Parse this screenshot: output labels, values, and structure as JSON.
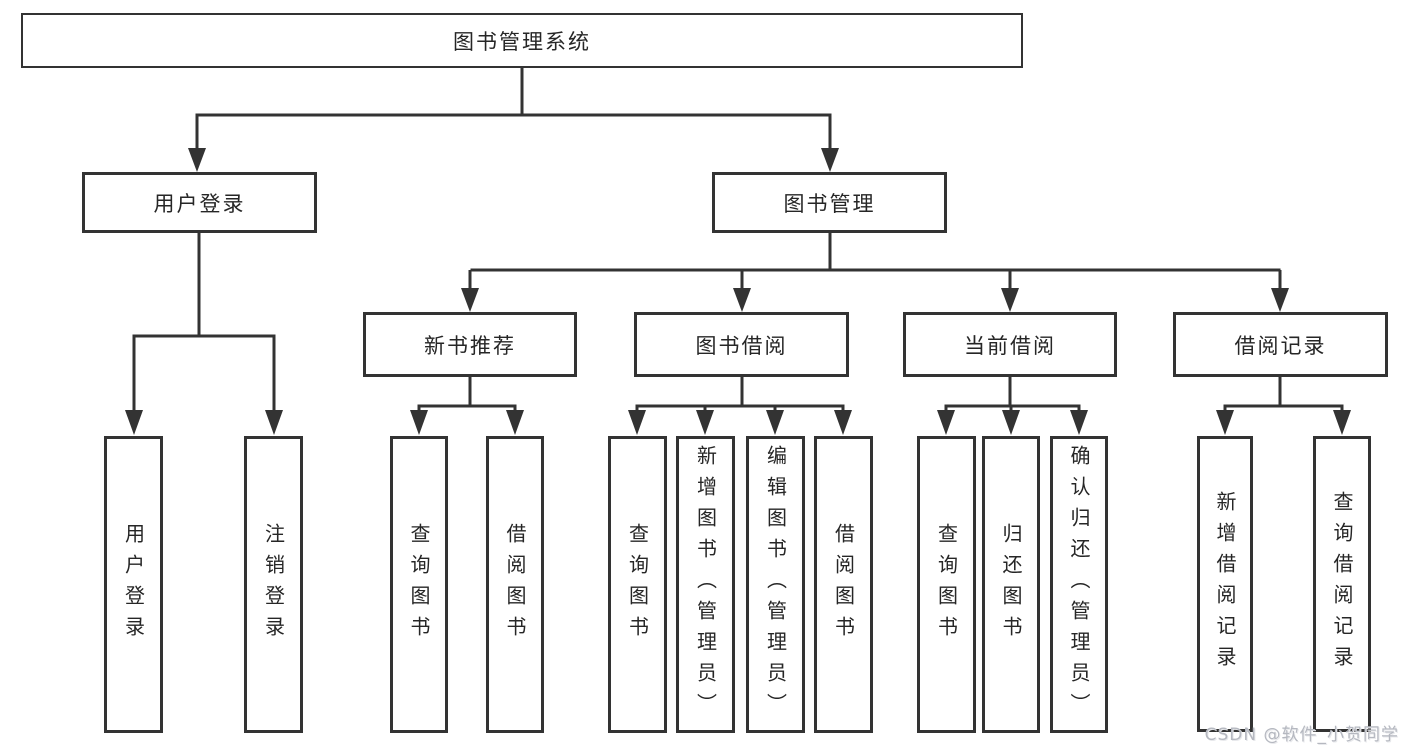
{
  "nodes": {
    "root": "图书管理系统",
    "user_login": "用户登录",
    "book_mgmt": "图书管理",
    "new_book_rec": "新书推荐",
    "book_borrow": "图书借阅",
    "current_borrow": "当前借阅",
    "borrow_records": "借阅记录",
    "leaf_user_login": "用户登录",
    "leaf_logout": "注销登录",
    "leaf_query_book_1": "查询图书",
    "leaf_borrow_book_1": "借阅图书",
    "leaf_query_book_2": "查询图书",
    "leaf_add_book": "新增图书（管理员）",
    "leaf_edit_book": "编辑图书（管理员）",
    "leaf_borrow_book_2": "借阅图书",
    "leaf_query_book_3": "查询图书",
    "leaf_return_book": "归还图书",
    "leaf_confirm_return": "确认归还（管理员）",
    "leaf_add_record": "新增借阅记录",
    "leaf_query_record": "查询借阅记录"
  },
  "watermark": "CSDN @软件_小贺同学",
  "colors": {
    "line": "#333333",
    "box_border": "#333333",
    "text": "#262626",
    "watermark": "#b5b8c0",
    "background": "#ffffff"
  }
}
